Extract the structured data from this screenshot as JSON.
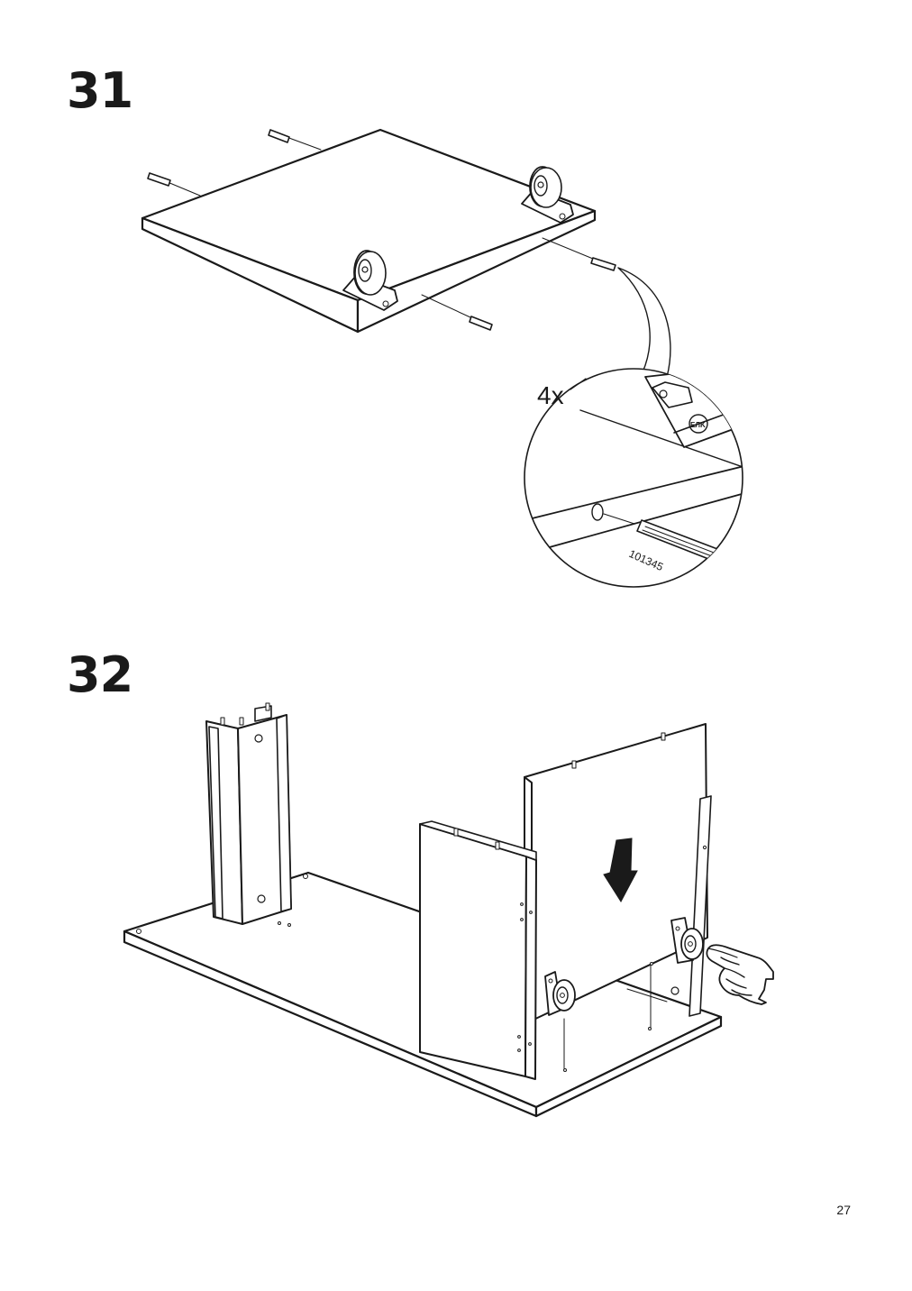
{
  "steps": [
    {
      "number": "31",
      "quantity": "4x",
      "part_number": "101345"
    },
    {
      "number": "32"
    }
  ],
  "page_number": "27"
}
